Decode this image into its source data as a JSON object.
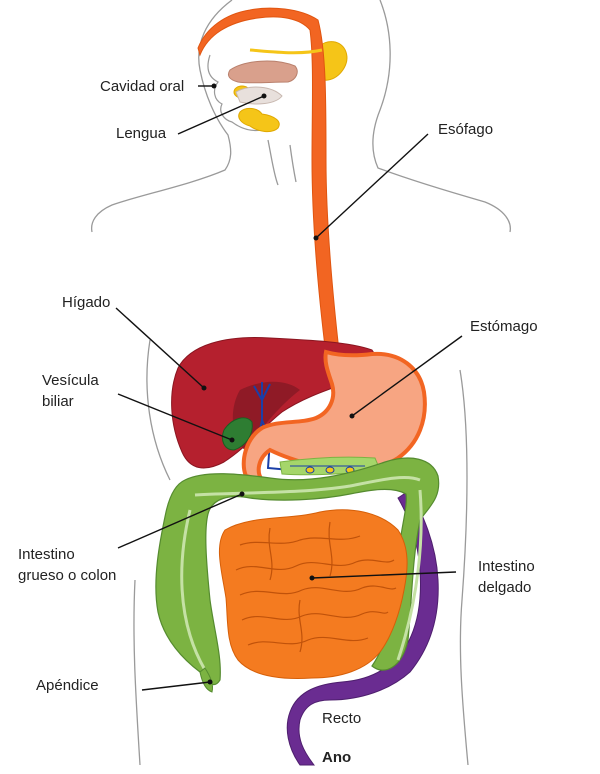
{
  "labels": {
    "cavidad_oral": "Cavidad oral",
    "lengua": "Lengua",
    "esofago": "Esófago",
    "higado": "Hígado",
    "estomago": "Estómago",
    "vesicula_l1": "Vesícula",
    "vesicula_l2": "biliar",
    "colon_l1": "Intestino",
    "colon_l2": "grueso o colon",
    "delgado_l1": "Intestino",
    "delgado_l2": "delgado",
    "apendice": "Apéndice",
    "recto": "Recto",
    "ano": "Ano"
  },
  "colors": {
    "esophagus": "#f26522",
    "stomach": "#f7a582",
    "liver": "#b5202e",
    "gallbladder": "#2e7d32",
    "colon": "#7cb342",
    "small_intestine": "#f47b20",
    "rectum": "#6a2c91",
    "glands": "#f5c518",
    "bile_duct": "#1a3fa8",
    "outline": "#999999"
  }
}
